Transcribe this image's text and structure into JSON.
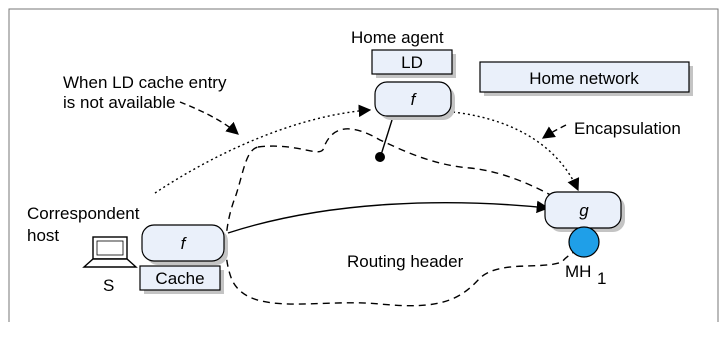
{
  "labels": {
    "home_agent": "Home agent",
    "ld": "LD",
    "home_network": "Home network",
    "note_line1": "When LD cache entry",
    "note_line2": "is not available",
    "encapsulation": "Encapsulation",
    "correspondent_line1": "Correspondent",
    "correspondent_line2": "host",
    "s": "S",
    "cache": "Cache",
    "routing_header": "Routing header",
    "mh": "MH",
    "mh_subscript": "1",
    "f_home": "f",
    "f_host": "f",
    "g": "g"
  },
  "colors": {
    "box_fill": "#eaf0fa",
    "mobile_host": "#1f9fe8",
    "frame": "#777777",
    "line": "#000000"
  },
  "icons": {
    "correspondent": "laptop-icon"
  }
}
